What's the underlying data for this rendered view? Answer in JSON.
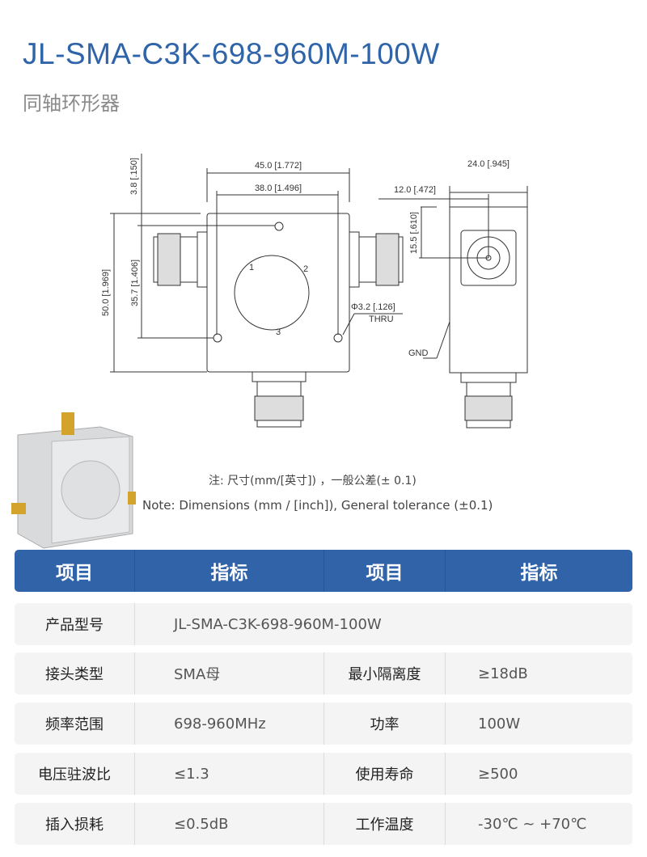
{
  "title": "JL-SMA-C3K-698-960M-100W",
  "subtitle": "同轴环形器",
  "drawing": {
    "dim_width": "45.0 [1.772]",
    "dim_hole_spacing": "38.0 [1.496]",
    "dim_top_offset": "3.8 [.150]",
    "dim_height": "50.0 [1.969]",
    "dim_hole_vertical": "35.7 [1.406]",
    "port1": "1",
    "port2": "2",
    "port3": "3",
    "hole_dia": "Φ3.2 [.126]",
    "thru": "THRU",
    "dim_depth": "24.0 [.945]",
    "dim_center": "12.0 [.472]",
    "dim_connector_height": "15.5 [.610]",
    "gnd": "GND"
  },
  "notes": {
    "cn": "注: 尺寸(mm/[英寸]) ，一般公差(± 0.1)",
    "en": "Note: Dimensions (mm / [inch]), General tolerance (±0.1)"
  },
  "table": {
    "headers": [
      "项目",
      "指标",
      "项目",
      "指标"
    ],
    "product_model": {
      "label": "产品型号",
      "value": "JL-SMA-C3K-698-960M-100W"
    },
    "rows": [
      {
        "l1": "接头类型",
        "v1": "SMA母",
        "l2": "最小隔离度",
        "v2": "≥18dB"
      },
      {
        "l1": "频率范围",
        "v1": "698-960MHz",
        "l2": "功率",
        "v2": "100W"
      },
      {
        "l1": "电压驻波比",
        "v1": "≤1.3",
        "l2": "使用寿命",
        "v2": "≥500"
      },
      {
        "l1": "插入损耗",
        "v1": "≤0.5dB",
        "l2": "工作温度",
        "v2": "-30℃ ~ +70℃"
      }
    ]
  }
}
